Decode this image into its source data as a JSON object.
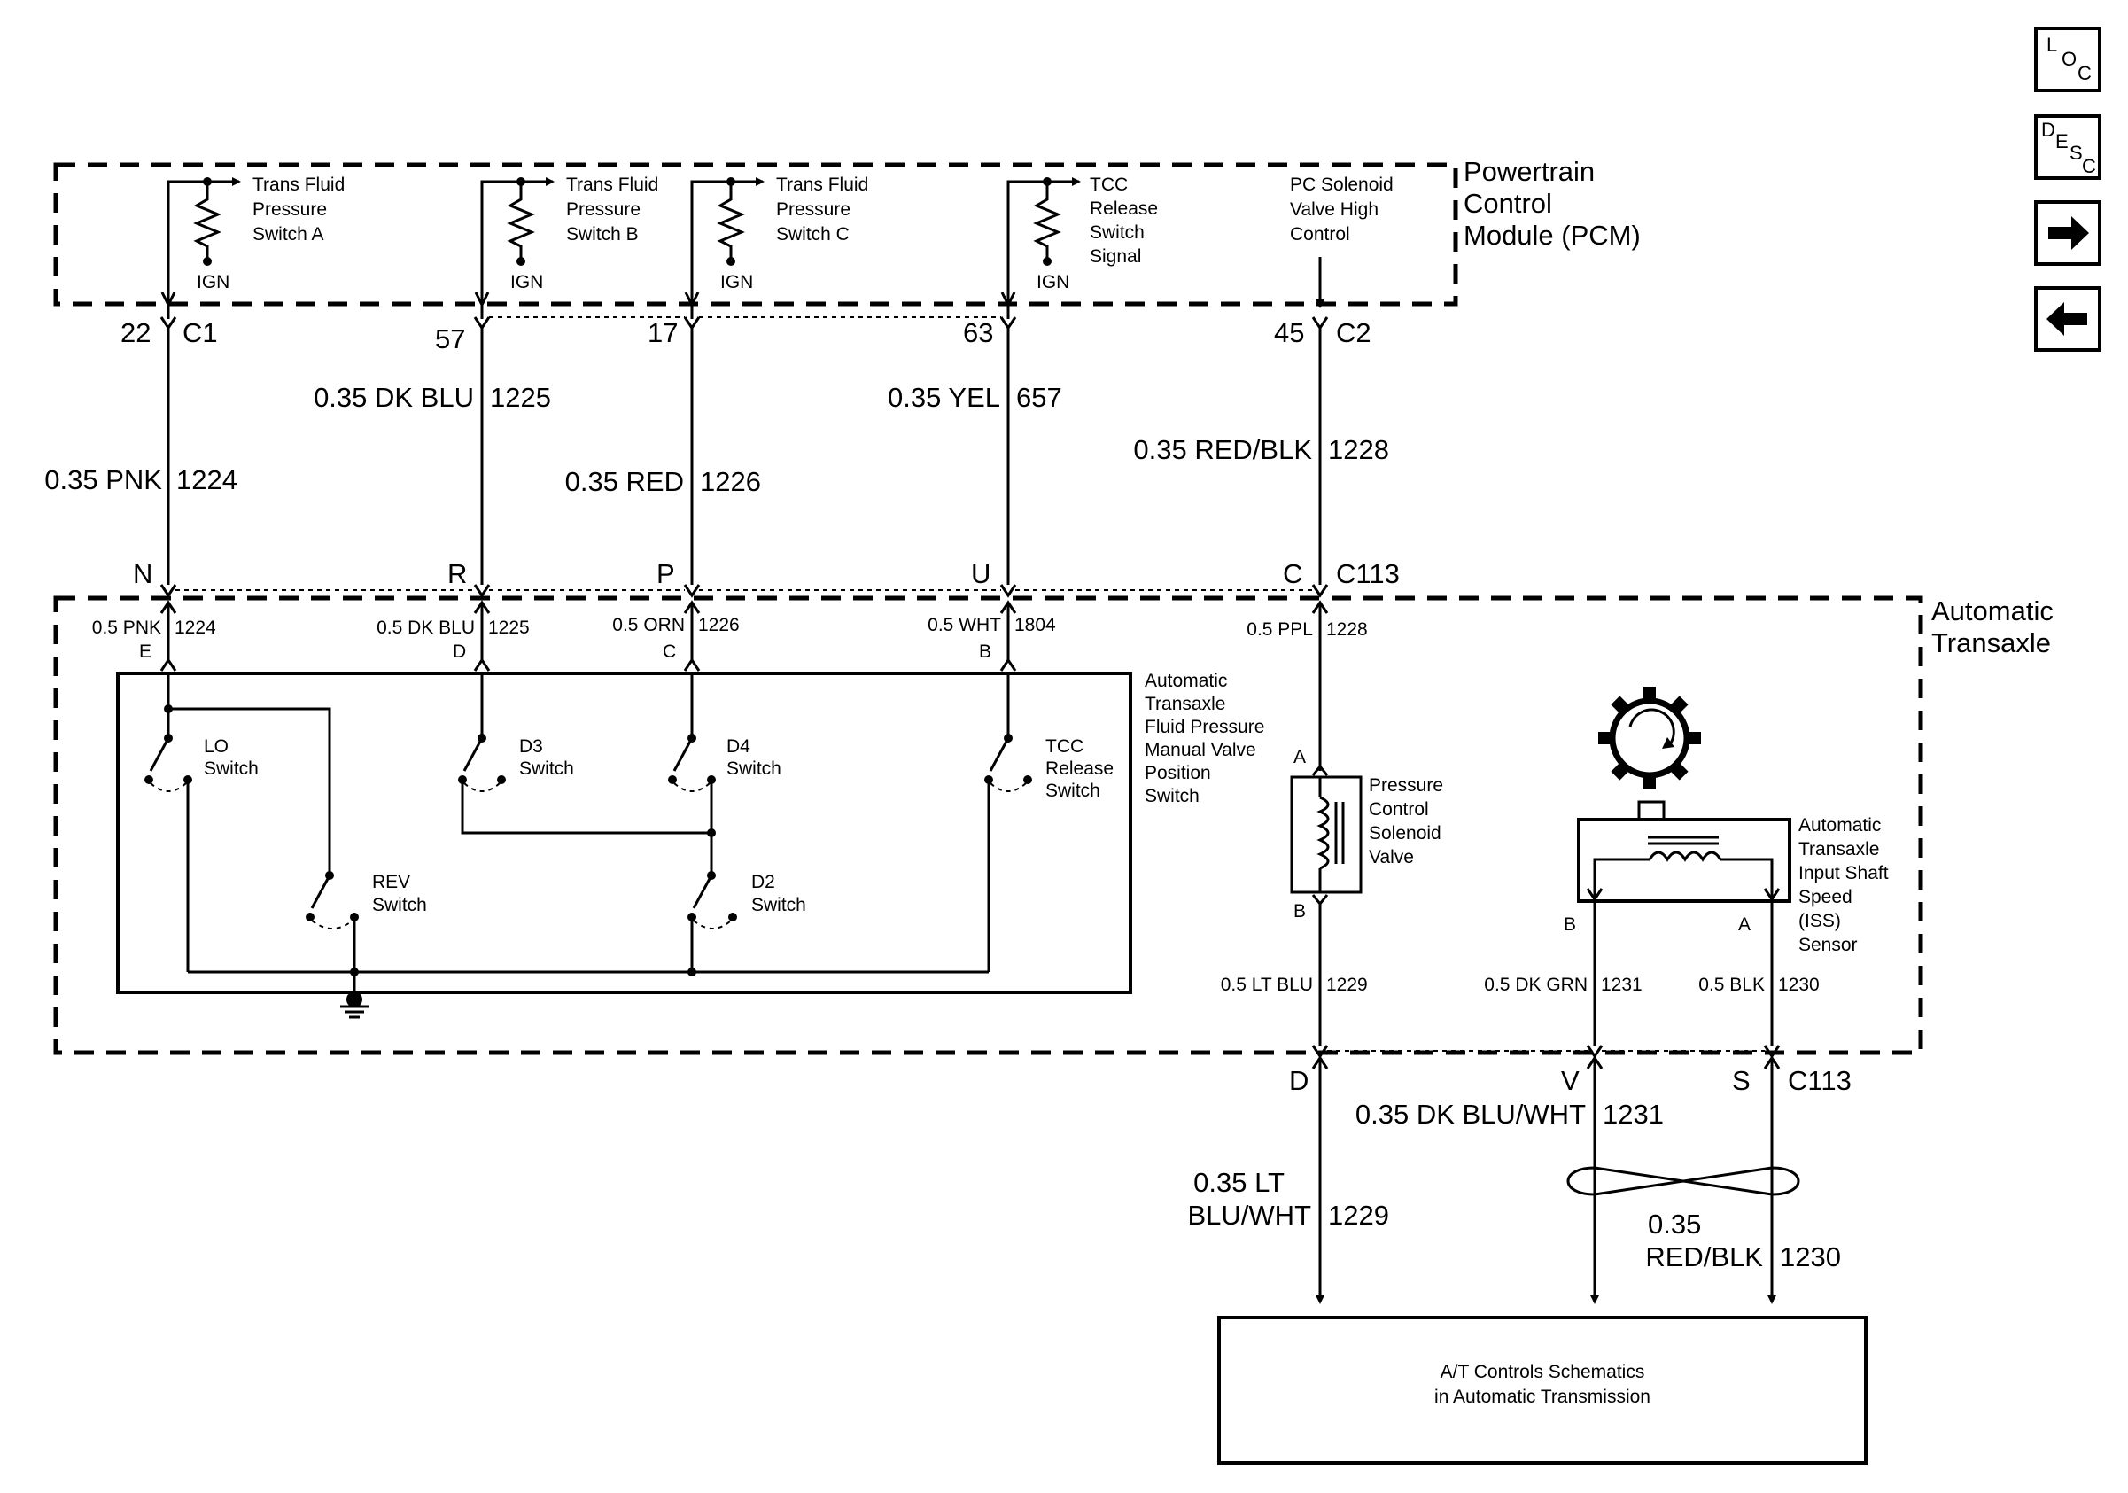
{
  "nav": {
    "loc": {
      "l": "L",
      "o": "O",
      "c": "C"
    },
    "desc": {
      "d": "D",
      "e": "E",
      "s": "S",
      "c": "C"
    }
  },
  "pcm": {
    "title": [
      "Powertrain",
      "Control",
      "Module (PCM)"
    ],
    "inputs": [
      {
        "label": [
          "Trans Fluid",
          "Pressure",
          "Switch A"
        ],
        "ign": "IGN"
      },
      {
        "label": [
          "Trans Fluid",
          "Pressure",
          "Switch B"
        ],
        "ign": "IGN"
      },
      {
        "label": [
          "Trans Fluid",
          "Pressure",
          "Switch C"
        ],
        "ign": "IGN"
      },
      {
        "label": [
          "TCC",
          "Release",
          "Switch",
          "Signal"
        ],
        "ign": "IGN"
      },
      {
        "label": [
          "PC Solenoid",
          "Valve High",
          "Control"
        ]
      }
    ]
  },
  "pcm_pins": [
    {
      "pin": "22",
      "conn": "C1"
    },
    {
      "pin": "57"
    },
    {
      "pin": "17"
    },
    {
      "pin": "63"
    },
    {
      "pin": "45",
      "conn": "C2"
    }
  ],
  "upper_wires": [
    {
      "color": "0.35 PNK",
      "circuit": "1224"
    },
    {
      "color": "0.35 DK BLU",
      "circuit": "1225"
    },
    {
      "color": "0.35 RED",
      "circuit": "1226"
    },
    {
      "color": "0.35 YEL",
      "circuit": "657"
    },
    {
      "color": "0.35 RED/BLK",
      "circuit": "1228"
    }
  ],
  "c113_top": {
    "letters": [
      "N",
      "R",
      "P",
      "U",
      "C"
    ],
    "conn": "C113"
  },
  "transaxle": {
    "title": [
      "Automatic",
      "Transaxle"
    ],
    "inner_wires": [
      {
        "color": "0.5 PNK",
        "circuit": "1224",
        "pin": "E"
      },
      {
        "color": "0.5 DK BLU",
        "circuit": "1225",
        "pin": "D"
      },
      {
        "color": "0.5 ORN",
        "circuit": "1226",
        "pin": "C"
      },
      {
        "color": "0.5 WHT",
        "circuit": "1804",
        "pin": "B"
      },
      {
        "color": "0.5 PPL",
        "circuit": "1228"
      }
    ],
    "switch_assembly": [
      "Automatic",
      "Transaxle",
      "Fluid Pressure",
      "Manual Valve",
      "Position",
      "Switch"
    ],
    "switches": {
      "lo": [
        "LO",
        "Switch"
      ],
      "d3": [
        "D3",
        "Switch"
      ],
      "d4": [
        "D4",
        "Switch"
      ],
      "tcc": [
        "TCC",
        "Release",
        "Switch"
      ],
      "rev": [
        "REV",
        "Switch"
      ],
      "d2": [
        "D2",
        "Switch"
      ]
    },
    "pcs": {
      "label": [
        "Pressure",
        "Control",
        "Solenoid",
        "Valve"
      ],
      "pin_a": "A",
      "pin_b": "B"
    },
    "iss": {
      "label": [
        "Automatic",
        "Transaxle",
        "Input Shaft",
        "Speed",
        "(ISS)",
        "Sensor"
      ],
      "pin_b": "B",
      "pin_a": "A"
    },
    "bottom_wires": [
      {
        "color": "0.5 LT BLU",
        "circuit": "1229"
      },
      {
        "color": "0.5 DK GRN",
        "circuit": "1231"
      },
      {
        "color": "0.5 BLK",
        "circuit": "1230"
      }
    ]
  },
  "c113_bottom": {
    "letters": [
      "D",
      "V",
      "S"
    ],
    "conn": "C113"
  },
  "lower_wires": [
    {
      "color": [
        "0.35 LT",
        "BLU/WHT"
      ],
      "circuit": "1229"
    },
    {
      "color": "0.35 DK BLU/WHT",
      "circuit": "1231"
    },
    {
      "color": [
        "0.35",
        "RED/BLK"
      ],
      "circuit": "1230"
    }
  ],
  "destination": {
    "label": [
      "A/T Controls Schematics",
      "in Automatic Transmission"
    ]
  }
}
